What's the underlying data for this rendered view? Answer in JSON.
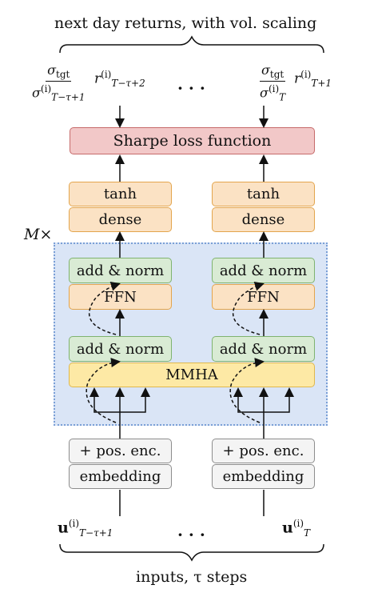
{
  "top_label": "next day returns, with vol. scaling",
  "bottom_label": "inputs, τ steps",
  "repeat_label": "M×",
  "ellipsis": "· · ·",
  "loss_box": "Sharpe loss function",
  "head": {
    "tanh": "tanh",
    "dense": "dense"
  },
  "encoder": {
    "add_norm": "add & norm",
    "ffn": "FFN",
    "mmha": "MMHA"
  },
  "input": {
    "pos_enc": "+ pos. enc.",
    "embedding": "embedding"
  },
  "targets": {
    "left": {
      "num": "σ",
      "num_sub": "tgt",
      "den": "σ",
      "den_sup": "(i)",
      "den_sub": "T−τ+1",
      "r": "r",
      "r_sup": "(i)",
      "r_sub": "T−τ+2"
    },
    "right": {
      "num": "σ",
      "num_sub": "tgt",
      "den": "σ",
      "den_sup": "(i)",
      "den_sub": "T",
      "r": "r",
      "r_sup": "(i)",
      "r_sub": "T+1"
    }
  },
  "inputs": {
    "left": {
      "u": "u",
      "sup": "(i)",
      "sub": "T−τ+1"
    },
    "right": {
      "u": "u",
      "sup": "(i)",
      "sub": "T"
    }
  }
}
